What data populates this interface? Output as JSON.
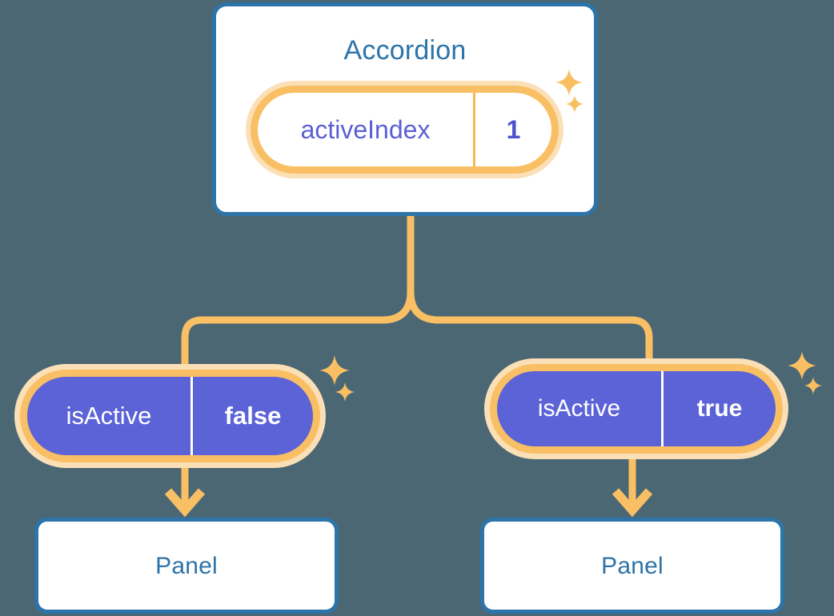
{
  "diagram": {
    "type": "component-state-tree",
    "background_color": "#4c6774",
    "palette": {
      "card_border": "#2d74a8",
      "card_fill": "#ffffff",
      "title_text": "#2d74a8",
      "pill_ring": "#f9bf64",
      "pill_halo": "#fbe0b7",
      "pill_fill_active": "#5c63d6",
      "pill_fill_plain": "#ffffff",
      "state_key_text": "#5a60d4",
      "state_value_text": "#4a52d0",
      "connector": "#f9bf64",
      "sparkle": "#fbbf63"
    },
    "root": {
      "title": "Accordion",
      "state": {
        "key": "activeIndex",
        "value": "1"
      }
    },
    "children": [
      {
        "state": {
          "key": "isActive",
          "value": "false"
        },
        "panel": {
          "title": "Panel"
        }
      },
      {
        "state": {
          "key": "isActive",
          "value": "true"
        },
        "panel": {
          "title": "Panel"
        }
      }
    ],
    "icons": {
      "sparkle_large": "sparkle-icon",
      "sparkle_small": "sparkle-small-icon",
      "arrow": "arrow-down-icon"
    }
  }
}
